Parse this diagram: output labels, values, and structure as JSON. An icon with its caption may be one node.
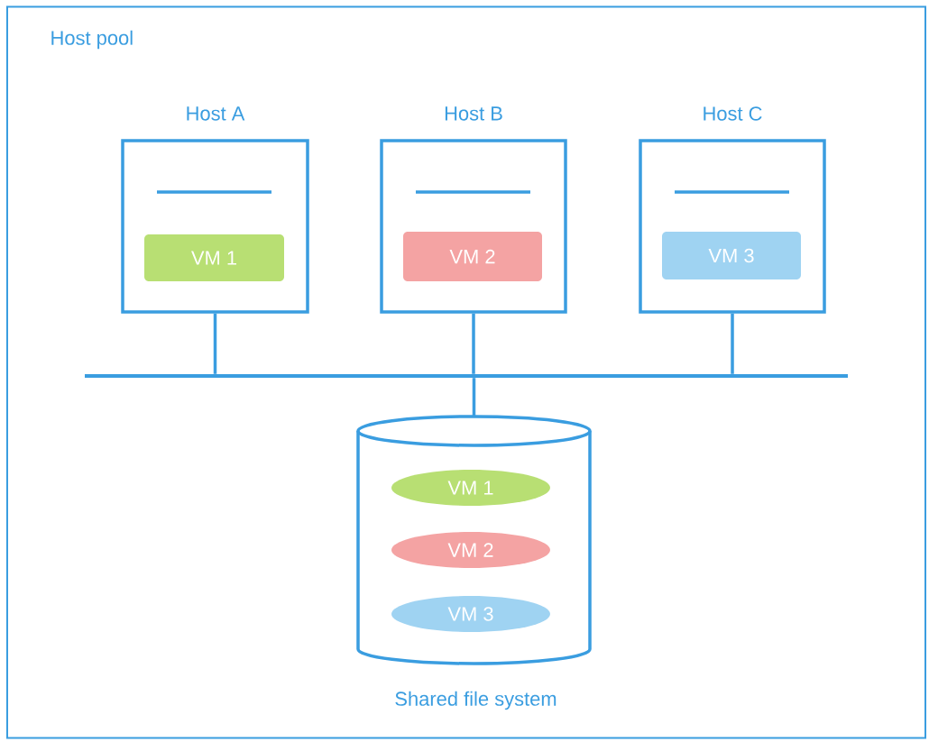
{
  "diagram": {
    "nodes": [
      {
        "text": [
          "Host pool"
        ]
      },
      {
        "text": [
          "Host A"
        ],
        "in": 0
      },
      {
        "text": [
          "VM 1"
        ],
        "in": 1
      },
      {
        "text": [
          "Host B"
        ],
        "in": 0
      },
      {
        "text": [
          "VM 2"
        ],
        "in": 3
      },
      {
        "text": [
          "Host C"
        ],
        "in": 0
      },
      {
        "text": [
          "VM 3"
        ],
        "in": 5
      },
      {
        "text": [],
        "shape": "bar",
        "in": 0
      },
      {
        "text": [
          "Shared file system"
        ],
        "in": 0
      },
      {
        "text": [
          "VM 1"
        ],
        "in": 8
      },
      {
        "text": [
          "VM 2"
        ],
        "in": 8
      },
      {
        "text": [
          "VM 3"
        ],
        "in": 8
      }
    ],
    "edges": [
      {
        "from": 1,
        "to": 7,
        "arrow": "none"
      },
      {
        "from": 3,
        "to": 7,
        "arrow": "none"
      },
      {
        "from": 5,
        "to": 7,
        "arrow": "none"
      },
      {
        "from": 7,
        "to": 8,
        "arrow": "none"
      }
    ]
  }
}
